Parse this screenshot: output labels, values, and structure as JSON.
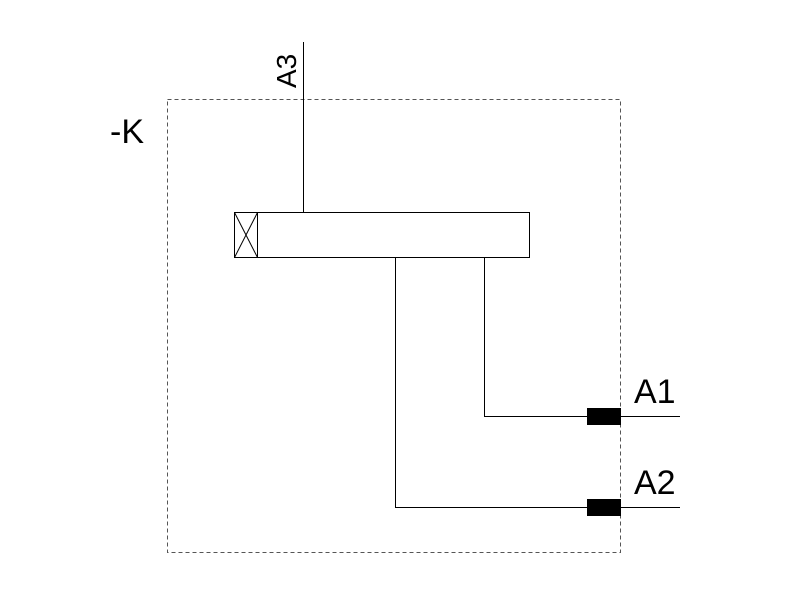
{
  "device": {
    "designation": "-K"
  },
  "terminals": {
    "a3": "A3",
    "a1": "A1",
    "a2": "A2"
  },
  "colors": {
    "line": "#000000",
    "enclosure": "#555555",
    "terminal_block": "#000000",
    "background": "#ffffff"
  }
}
